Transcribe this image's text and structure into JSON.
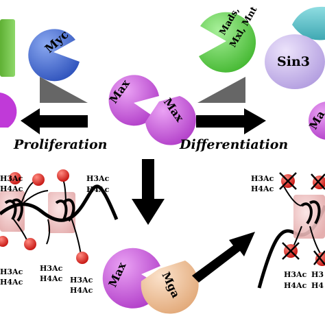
{
  "proteins": {
    "myc": "Myc",
    "max_top_left": "Max",
    "max_top_right": "Max",
    "mads": "Mads,\nMxl, Mnt",
    "sin3": "Sin3",
    "max_bottom": "Max",
    "mga": "Mga"
  },
  "processes": {
    "proliferation": "Proliferation",
    "differentiation": "Differentiation"
  },
  "marks": {
    "h3ac": "H3Ac",
    "h4ac": "H4Ac",
    "h3ac_partial": "H3Ac",
    "h4ac_partial": "H4Ac",
    "h3_cut": "H3",
    "h4_cut": "H4"
  },
  "colors": {
    "myc": "#4a6fd0",
    "max": "#c45ad6",
    "mads": "#5ed64a",
    "sin3": "#c9b8ec",
    "mga": "#f2c7a0",
    "green_block": "#79c94a",
    "teal_block": "#5ec0c8",
    "acetyl": "#e0211e",
    "nucleosome": "#f0c4c4",
    "arrow": "#000000",
    "wedge": "#6f6f6f"
  }
}
